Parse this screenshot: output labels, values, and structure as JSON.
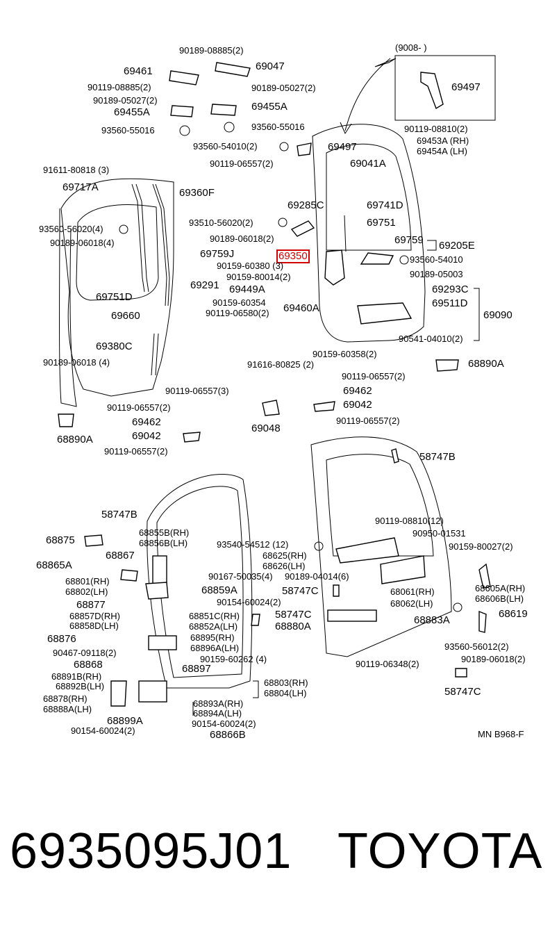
{
  "diagram": {
    "inset_label": "(9008-          )",
    "drawing_code": "MN  B968-F",
    "highlighted_part": "69350",
    "labels": [
      "90189-08885(2)",
      "69461",
      "69047",
      "90119-08885(2)",
      "90189-05027(2)",
      "90189-05027(2)",
      "69455A",
      "69455A",
      "93560-55016",
      "93560-55016",
      "69497",
      "90119-08810(2)",
      "93560-54010(2)",
      "69497",
      "69453A (RH)",
      "69454A (LH)",
      "90119-06557(2)",
      "69041A",
      "91611-80818 (3)",
      "69717A",
      "69360F",
      "69285C",
      "69741D",
      "93510-56020(2)",
      "69751",
      "93560-56020(4)",
      "90189-06018(4)",
      "90189-06018(2)",
      "69759",
      "69205E",
      "69759J",
      "69350",
      "90159-60380 (3)",
      "93560-54010",
      "90159-80014(2)",
      "90189-05003",
      "69291",
      "69449A",
      "69293C",
      "69751D",
      "90159-60354",
      "69460A",
      "69511D",
      "69660",
      "90119-06580(2)",
      "69090",
      "90541-04010(2)",
      "69380C",
      "90159-60358(2)",
      "90189-06018 (4)",
      "91616-80825 (2)",
      "68890A",
      "90119-06557(2)",
      "90119-06557(3)",
      "69462",
      "90119-06557(2)",
      "69042",
      "69462",
      "90119-06557(2)",
      "69048",
      "69042",
      "68890A",
      "90119-06557(2)",
      "58747B",
      "58747B",
      "90119-08810(12)",
      "68855B(RH)",
      "68856B(LH)",
      "68875",
      "90950-01531",
      "93540-54512 (12)",
      "68867",
      "68625(RH)",
      "90159-80027(2)",
      "68626(LH)",
      "68865A",
      "90167-50035(4)",
      "90189-04014(6)",
      "68801(RH)",
      "68802(LH)",
      "68859A",
      "58747C",
      "68061(RH)",
      "68605A(RH)",
      "68606B(LH)",
      "68877",
      "90154-60024(2)",
      "68062(LH)",
      "68857D(RH)",
      "68851C(RH)",
      "58747C",
      "68619",
      "68858D(LH)",
      "68852A(LH)",
      "68880A",
      "68883A",
      "68876",
      "68895(RH)",
      "68896A(LH)",
      "93560-56012(2)",
      "90467-09118(2)",
      "90159-60262 (4)",
      "90189-06018(2)",
      "68868",
      "68897",
      "90119-06348(2)",
      "68891B(RH)",
      "68892B(LH)",
      "68803(RH)",
      "68804(LH)",
      "58747C",
      "68878(RH)",
      "68888A(LH)",
      "68893A(RH)",
      "68894A(LH)",
      "68899A",
      "90154-60024(2)",
      "90154-60024(2)",
      "68866B"
    ]
  },
  "footer": {
    "part_number": "6935095J01",
    "brand": "TOYOTA"
  }
}
